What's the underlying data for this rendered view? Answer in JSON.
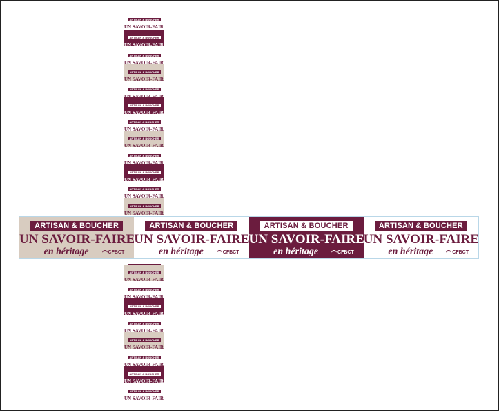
{
  "label": {
    "badge": "ARTISAN & BOUCHER",
    "line1": "UN SAVOIR-FAIRE",
    "line2": "en héritage",
    "logo": "CFBCT"
  },
  "colors": {
    "maroon": "#6b1c3e",
    "beige": "#d8ccc0",
    "white": "#ffffff",
    "strip_border": "#b9d7e8"
  },
  "horizontal_strip": [
    "beige",
    "white",
    "maroon",
    "white"
  ],
  "vertical_strip": [
    "white",
    "maroon",
    "white",
    "beige",
    "white",
    "maroon",
    "white",
    "beige",
    "white",
    "maroon",
    "white",
    "beige",
    "white",
    "beige",
    "white",
    "maroon",
    "white",
    "beige",
    "white",
    "maroon",
    "white"
  ],
  "icons": {
    "logo": "cfbct-logo-icon"
  }
}
